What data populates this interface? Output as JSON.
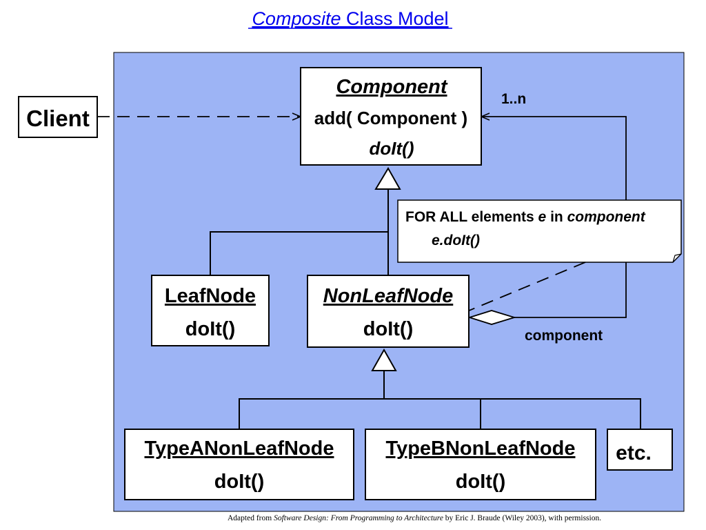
{
  "title": {
    "italic": "Composite",
    "rest": " Class Model"
  },
  "colors": {
    "panel": "#9db4f5",
    "link": "#0000ee",
    "box": "#ffffff",
    "line": "#000000"
  },
  "client": {
    "label": "Client"
  },
  "component": {
    "name": "Component",
    "op1": "add( Component )",
    "op2": "doIt()"
  },
  "multiplicity": "1..n",
  "note": {
    "line1_a": "FOR ALL elements ",
    "line1_b": "e",
    "line1_c": " in ",
    "line1_d": "component",
    "line2": "e.doIt()"
  },
  "leaf": {
    "name": "LeafNode",
    "op": "doIt()"
  },
  "nonleaf": {
    "name": "NonLeafNode",
    "op": "doIt()"
  },
  "aggregation_label": "component",
  "typeA": {
    "name": "TypeANonLeafNode",
    "op": "doIt()"
  },
  "typeB": {
    "name": "TypeBNonLeafNode",
    "op": "doIt()"
  },
  "etc": {
    "label": "etc."
  },
  "credit": {
    "prefix": "Adapted from ",
    "book": "Software Design: From Programming to Architecture",
    "suffix": " by Eric J. Braude (Wiley 2003), with permission."
  }
}
